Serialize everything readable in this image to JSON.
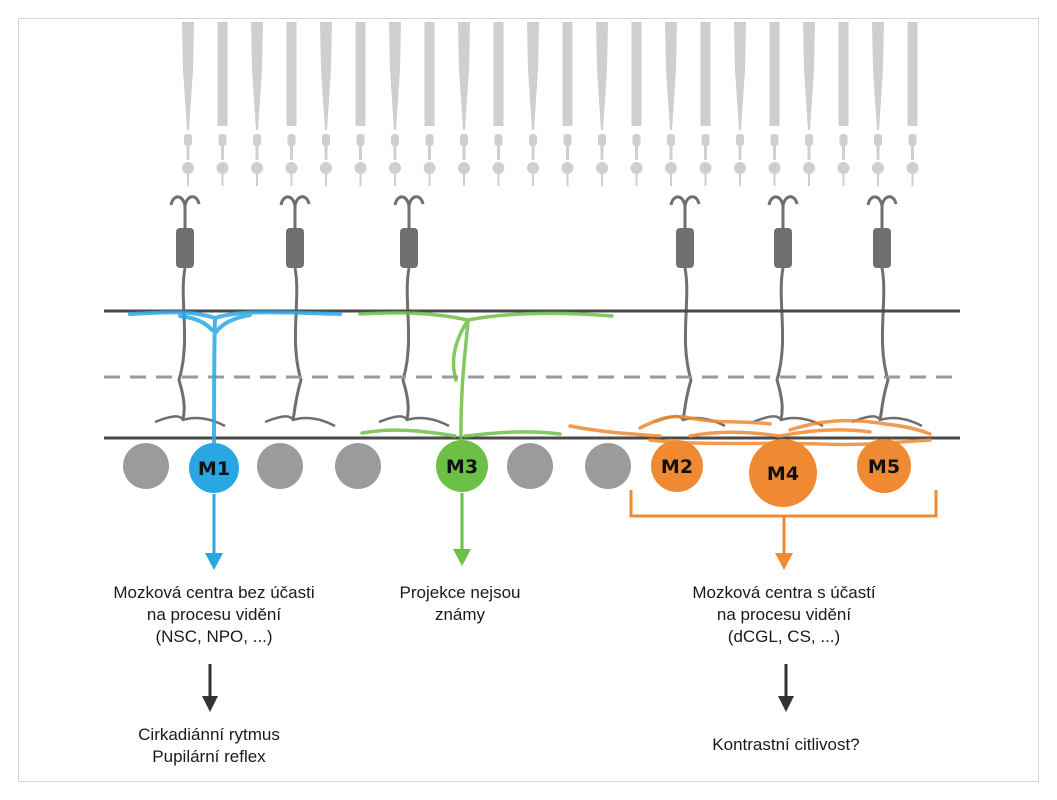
{
  "colors": {
    "photoreceptor": "#cfcfcf",
    "bipolar": "#6f6f6f",
    "layer_line": "#4a4a4a",
    "dashed_line": "#9a9a9a",
    "ganglion_gray": "#9b9b9b",
    "m1": "#2aa7e3",
    "m3": "#6dc046",
    "m_orange": "#f08a32",
    "arrow_dark": "#333333"
  },
  "cells": {
    "m1": "M1",
    "m3": "M3",
    "m2": "M2",
    "m4": "M4",
    "m5": "M5"
  },
  "captions": {
    "left": {
      "line1": "Mozková centra bez účasti",
      "line2": "na procesu vidění",
      "line3": "(NSC, NPO, ...)"
    },
    "middle": {
      "line1": "Projekce nejsou",
      "line2": "známy"
    },
    "right": {
      "line1": "Mozková centra s účastí",
      "line2": "na procesu vidění",
      "line3": "(dCGL, CS, ...)"
    },
    "left_result": {
      "line1": "Cirkadiánní rytmus",
      "line2": "Pupilární reflex"
    },
    "right_result": {
      "line1": "Kontrastní citlivost?"
    }
  }
}
